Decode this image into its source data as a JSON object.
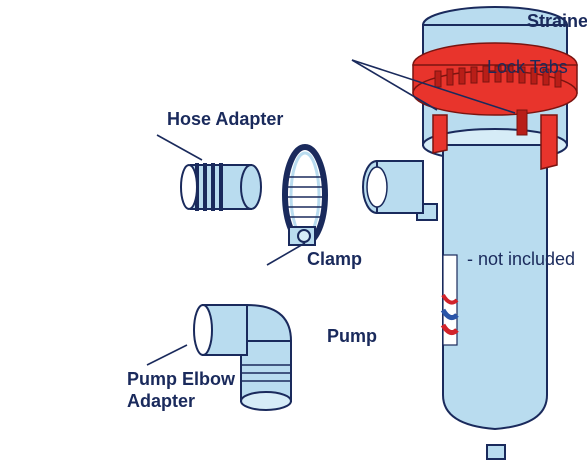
{
  "labels": {
    "strainer": "Strainer",
    "lock_tabs": "Lock Tabs",
    "hose_adapter": "Hose Adapter",
    "clamp": "Clamp",
    "clamp_note": " - not included",
    "pump": "Pump",
    "pump_elbow_line1": "Pump Elbow",
    "pump_elbow_line2": "Adapter"
  },
  "colors": {
    "outline": "#1a2a5c",
    "part": "#b9dcef",
    "strainer": "#e8342c",
    "brand_red": "#d2232a",
    "brand_blue": "#2a55a8"
  }
}
